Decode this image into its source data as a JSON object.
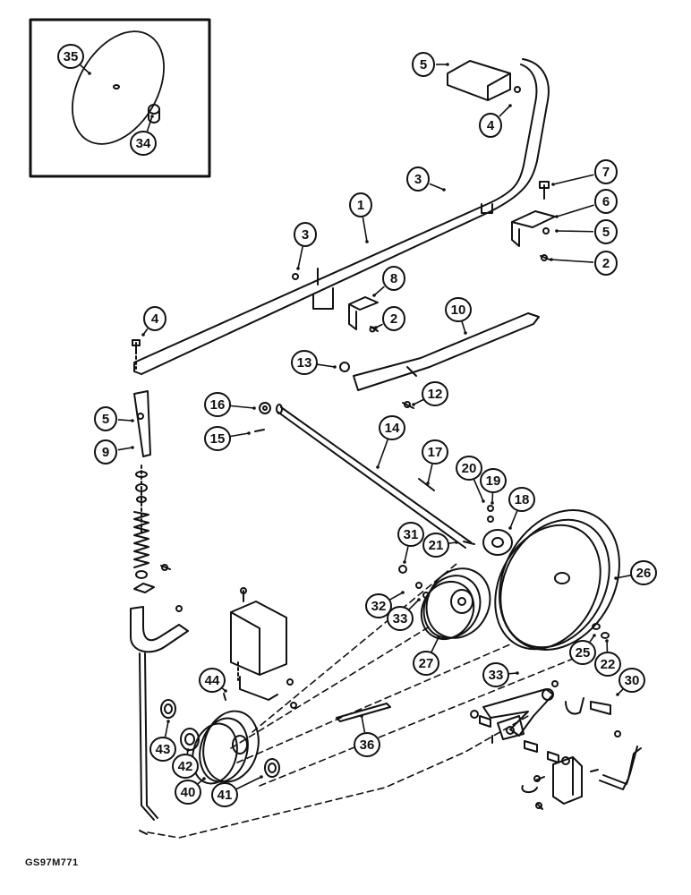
{
  "figure": {
    "reference_code": "GS97M771",
    "line_color": "#111111",
    "background": "#ffffff"
  },
  "callouts": [
    {
      "number": "35"
    },
    {
      "number": "34"
    },
    {
      "number": "5"
    },
    {
      "number": "4"
    },
    {
      "number": "3"
    },
    {
      "number": "7"
    },
    {
      "number": "1"
    },
    {
      "number": "6"
    },
    {
      "number": "3"
    },
    {
      "number": "5"
    },
    {
      "number": "2"
    },
    {
      "number": "8"
    },
    {
      "number": "2"
    },
    {
      "number": "4"
    },
    {
      "number": "10"
    },
    {
      "number": "13"
    },
    {
      "number": "12"
    },
    {
      "number": "5"
    },
    {
      "number": "9"
    },
    {
      "number": "16"
    },
    {
      "number": "15"
    },
    {
      "number": "14"
    },
    {
      "number": "17"
    },
    {
      "number": "20"
    },
    {
      "number": "19"
    },
    {
      "number": "18"
    },
    {
      "number": "31"
    },
    {
      "number": "21"
    },
    {
      "number": "26"
    },
    {
      "number": "32"
    },
    {
      "number": "33"
    },
    {
      "number": "27"
    },
    {
      "number": "25"
    },
    {
      "number": "22"
    },
    {
      "number": "44"
    },
    {
      "number": "33"
    },
    {
      "number": "30"
    },
    {
      "number": "43"
    },
    {
      "number": "42"
    },
    {
      "number": "36"
    },
    {
      "number": "40"
    },
    {
      "number": "41"
    }
  ]
}
